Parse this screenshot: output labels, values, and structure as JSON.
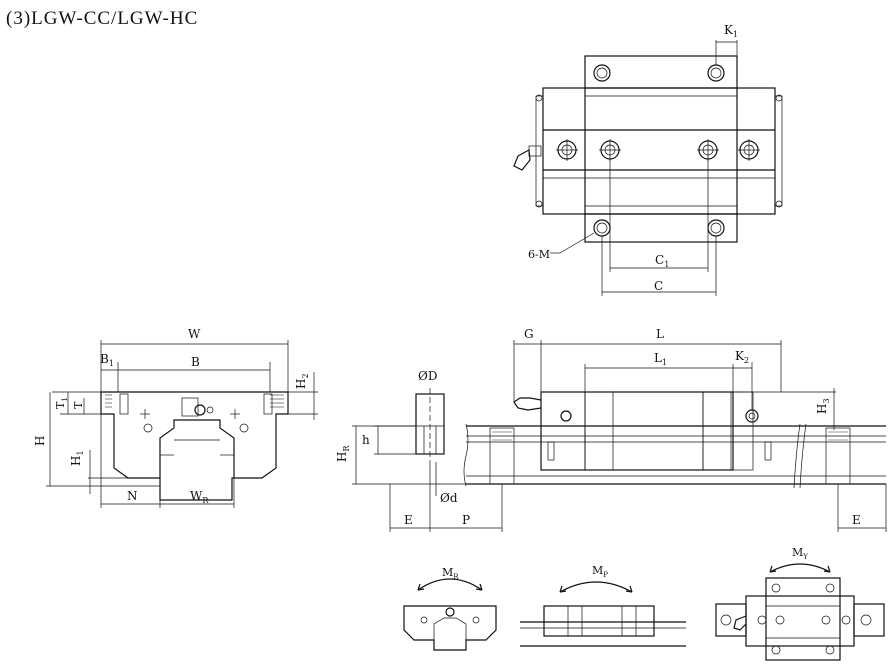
{
  "title": "(3)LGW-CC/LGW-HC",
  "labels": {
    "K1": "K",
    "K1_sub": "1",
    "six_m": "6-M",
    "C1": "C",
    "C1_sub": "1",
    "C": "C",
    "W": "W",
    "B1": "B",
    "B1_sub": "1",
    "B": "B",
    "H2": "H",
    "H2_sub": "2",
    "T1": "T",
    "T1_sub": "1",
    "T": "T",
    "H": "H",
    "H1": "H",
    "H1_sub": "1",
    "N": "N",
    "WR": "W",
    "WR_sub": "R",
    "phiD": "ØD",
    "h": "h",
    "HR": "H",
    "HR_sub": "R",
    "phid": "Ød",
    "E_left": "E",
    "P": "P",
    "G": "G",
    "L": "L",
    "L1": "L",
    "L1_sub": "1",
    "K2": "K",
    "K2_sub": "2",
    "H3": "H",
    "H3_sub": "3",
    "E_right": "E",
    "MR": "M",
    "MR_sub": "R",
    "MP": "M",
    "MP_sub": "P",
    "MY": "M",
    "MY_sub": "Y"
  }
}
